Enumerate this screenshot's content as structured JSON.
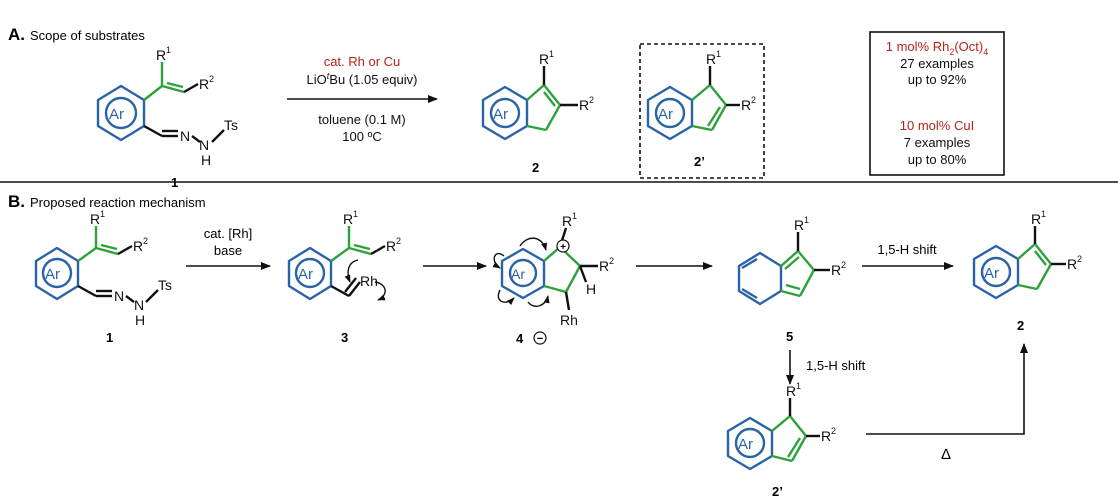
{
  "colors": {
    "blue": "#2a64a8",
    "green": "#2ea23a",
    "red": "#b5241c",
    "black": "#111111"
  },
  "labels": {
    "ar": "Ar",
    "r1": "R",
    "r1sup": "1",
    "r2": "R",
    "r2sup": "2",
    "n": "N",
    "ts": "Ts",
    "h": "H",
    "rh": "Rh",
    "delta": "Δ",
    "plus": "+",
    "minus": "−"
  },
  "sectionA": {
    "letter": "A.",
    "title": "Scope of substrates",
    "conditions": {
      "catalyst": "cat. Rh or Cu",
      "base_pre": "LiO",
      "base_t": "t",
      "base_post": "Bu (1.05 equiv)",
      "solvent": "toluene (0.1 M)",
      "temperature": "100 ºC"
    },
    "compound_1": "1",
    "compound_2": "2",
    "compound_2prime": "2’",
    "results": {
      "rh_pre": "1 mol% Rh",
      "rh_sub": "2",
      "rh_mid": "(Oct)",
      "rh_sub2": "4",
      "rh_examples": "27 examples",
      "rh_yield": "up to 92%",
      "cu_catalyst": "10 mol% CuI",
      "cu_examples": "7 examples",
      "cu_yield": "up to 80%"
    }
  },
  "sectionB": {
    "letter": "B.",
    "title": "Proposed reaction mechanism",
    "step1_line1": "cat. [Rh]",
    "step1_line2": "base",
    "shift_label": "1,5-H shift",
    "compound_1": "1",
    "compound_3": "3",
    "compound_4": "4",
    "compound_5": "5",
    "compound_2": "2",
    "compound_2prime": "2’"
  }
}
